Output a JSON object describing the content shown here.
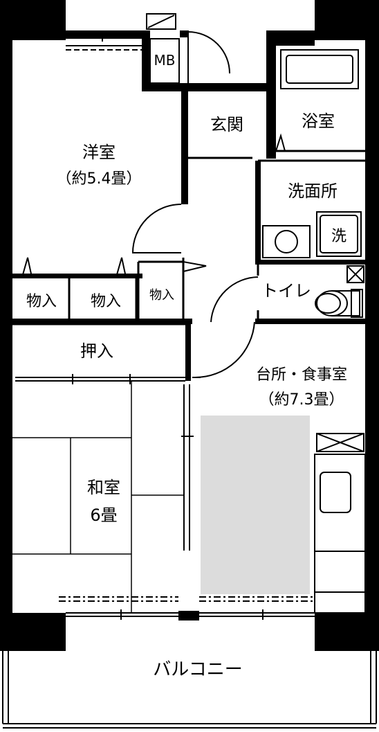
{
  "rooms": {
    "western_room": {
      "name": "洋室",
      "size": "（約5.4畳）"
    },
    "entrance": {
      "name": "玄関"
    },
    "bath": {
      "name": "浴室"
    },
    "washroom": {
      "name": "洗面所"
    },
    "washer": {
      "name": "洗"
    },
    "meter_box": {
      "name": "MB"
    },
    "toilet": {
      "name": "トイレ"
    },
    "storage_1": {
      "name": "物入"
    },
    "storage_2": {
      "name": "物入"
    },
    "storage_3": {
      "name": "物入"
    },
    "closet": {
      "name": "押入"
    },
    "kitchen": {
      "name": "台所・食事室",
      "size": "（約7.3畳）"
    },
    "japanese_room": {
      "name": "和室",
      "size": "6畳"
    },
    "balcony": {
      "name": "バルコニー"
    }
  },
  "colors": {
    "wall": "#000000",
    "floor_highlight": "#dcdcdc",
    "line": "#000000"
  }
}
